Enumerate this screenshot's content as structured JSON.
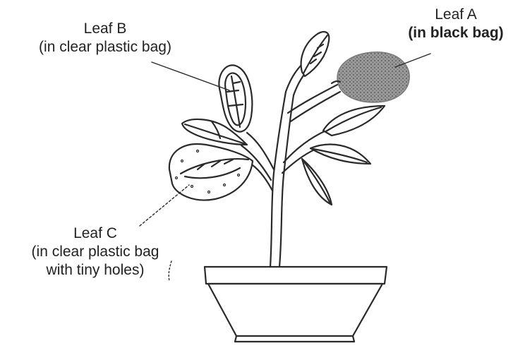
{
  "labels": {
    "leaf_a": {
      "name": "Leaf A",
      "detail": "(in black bag)"
    },
    "leaf_b": {
      "name": "Leaf B",
      "detail": "(in clear plastic bag)"
    },
    "leaf_c": {
      "name": "Leaf C",
      "detail_line1": "(in clear plastic bag",
      "detail_line2": "with tiny holes)"
    }
  },
  "colors": {
    "ink": "#2a2a2a",
    "black_bag": "#8a8a8a",
    "background": "#ffffff"
  }
}
